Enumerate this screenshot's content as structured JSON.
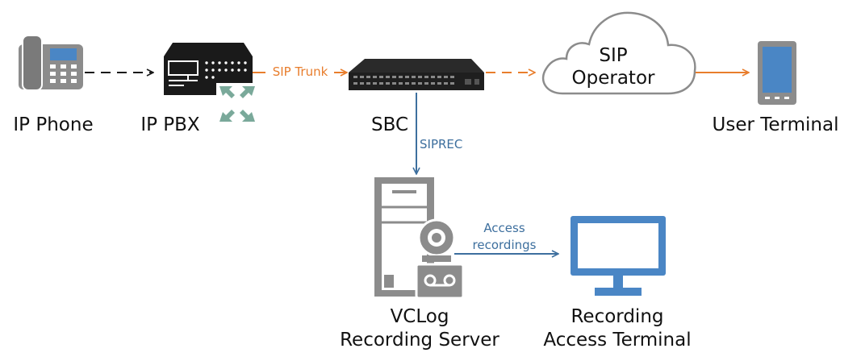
{
  "nodes": {
    "ip_phone": "IP Phone",
    "ip_pbx": "IP PBX",
    "sbc": "SBC",
    "sip_operator_line1": "SIP",
    "sip_operator_line2": "Operator",
    "user_terminal": "User Terminal",
    "recording_server_line1": "VCLog",
    "recording_server_line2": "Recording Server",
    "access_terminal_line1": "Recording",
    "access_terminal_line2": "Access Terminal"
  },
  "edges": {
    "sip_trunk": "SIP Trunk",
    "siprec": "SIPREC",
    "access_recordings_line1": "Access",
    "access_recordings_line2": "recordings"
  },
  "colors": {
    "orange": "#e87d2c",
    "blue": "#3d6f9e",
    "dark": "#1a1a1a",
    "gray": "#8c8c8c",
    "green": "#7aa99a"
  }
}
